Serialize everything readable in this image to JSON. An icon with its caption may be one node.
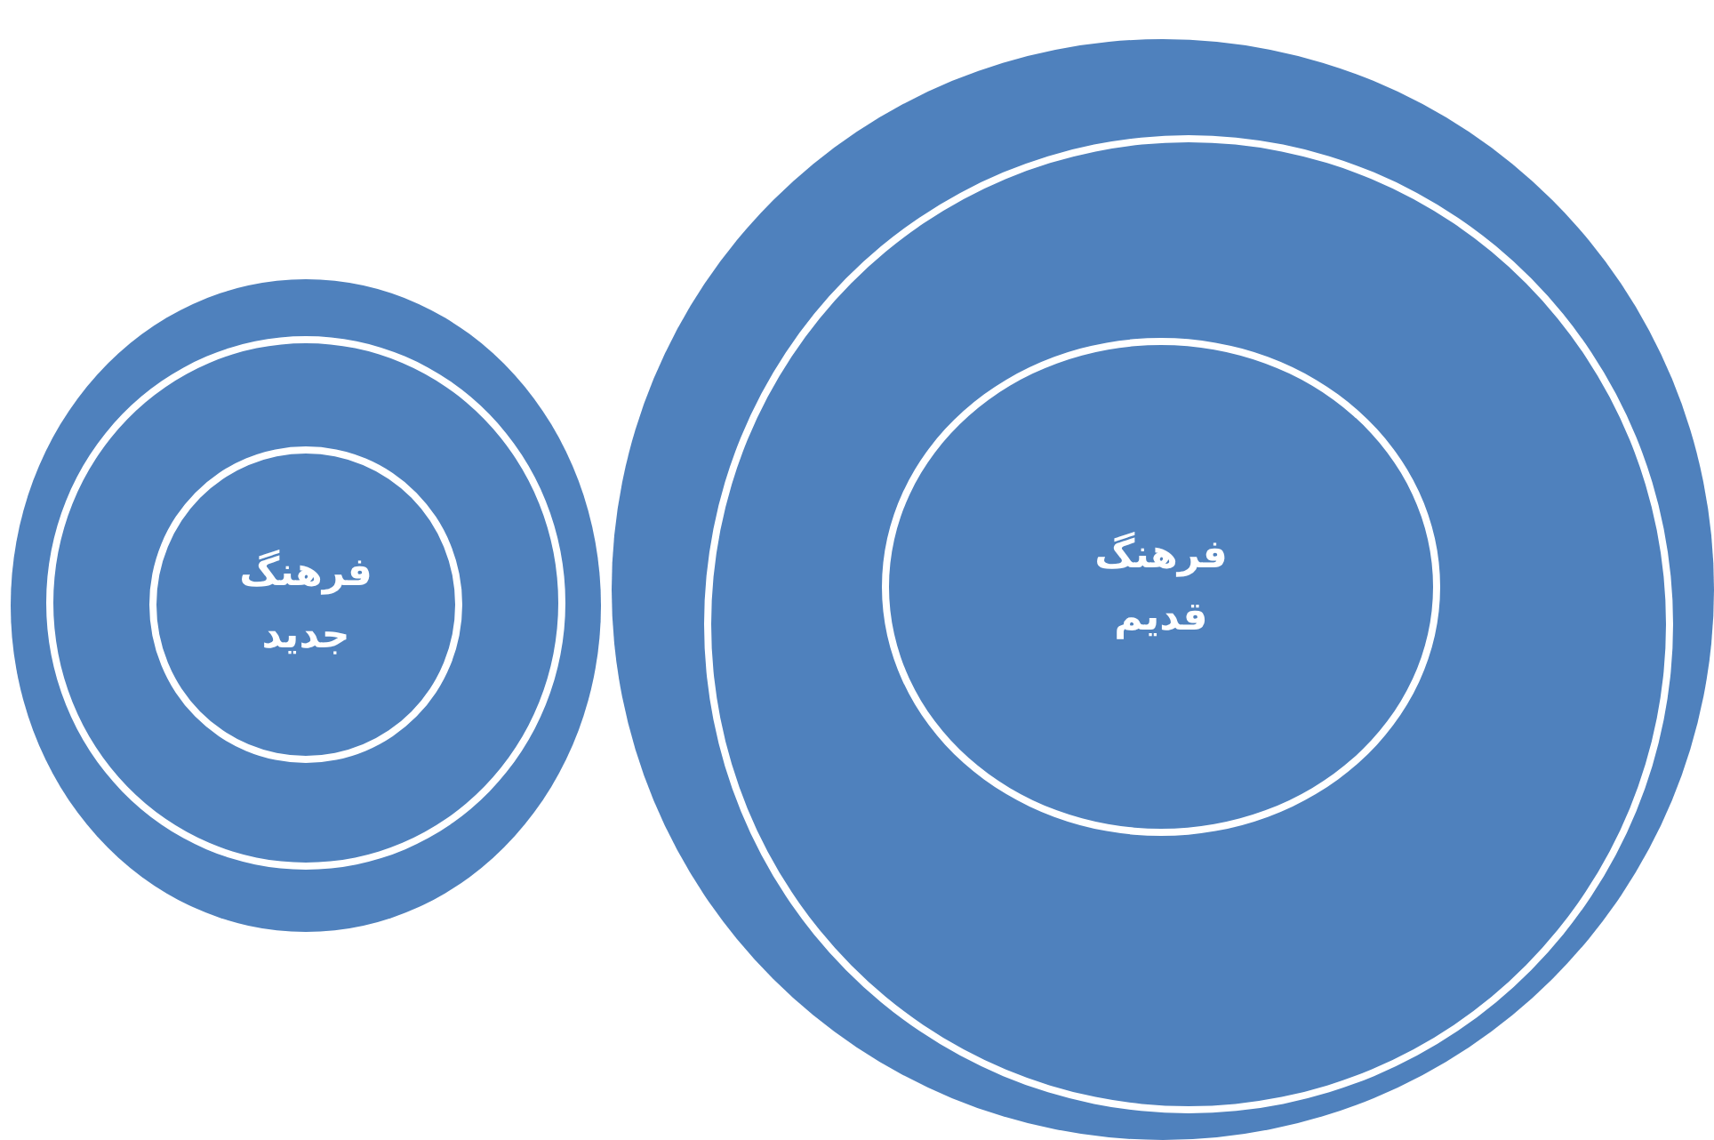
{
  "diagram": {
    "nodes": [
      {
        "text": [],
        "shape": "circle"
      },
      {
        "text": [],
        "shape": "circle",
        "in": 0
      },
      {
        "text": [
          "فرهنگ جدید"
        ],
        "in": 1
      },
      {
        "text": [],
        "shape": "circle"
      },
      {
        "text": [],
        "shape": "circle",
        "in": 3
      },
      {
        "text": [
          "فرهنگ قدیم"
        ],
        "in": 4
      }
    ]
  }
}
